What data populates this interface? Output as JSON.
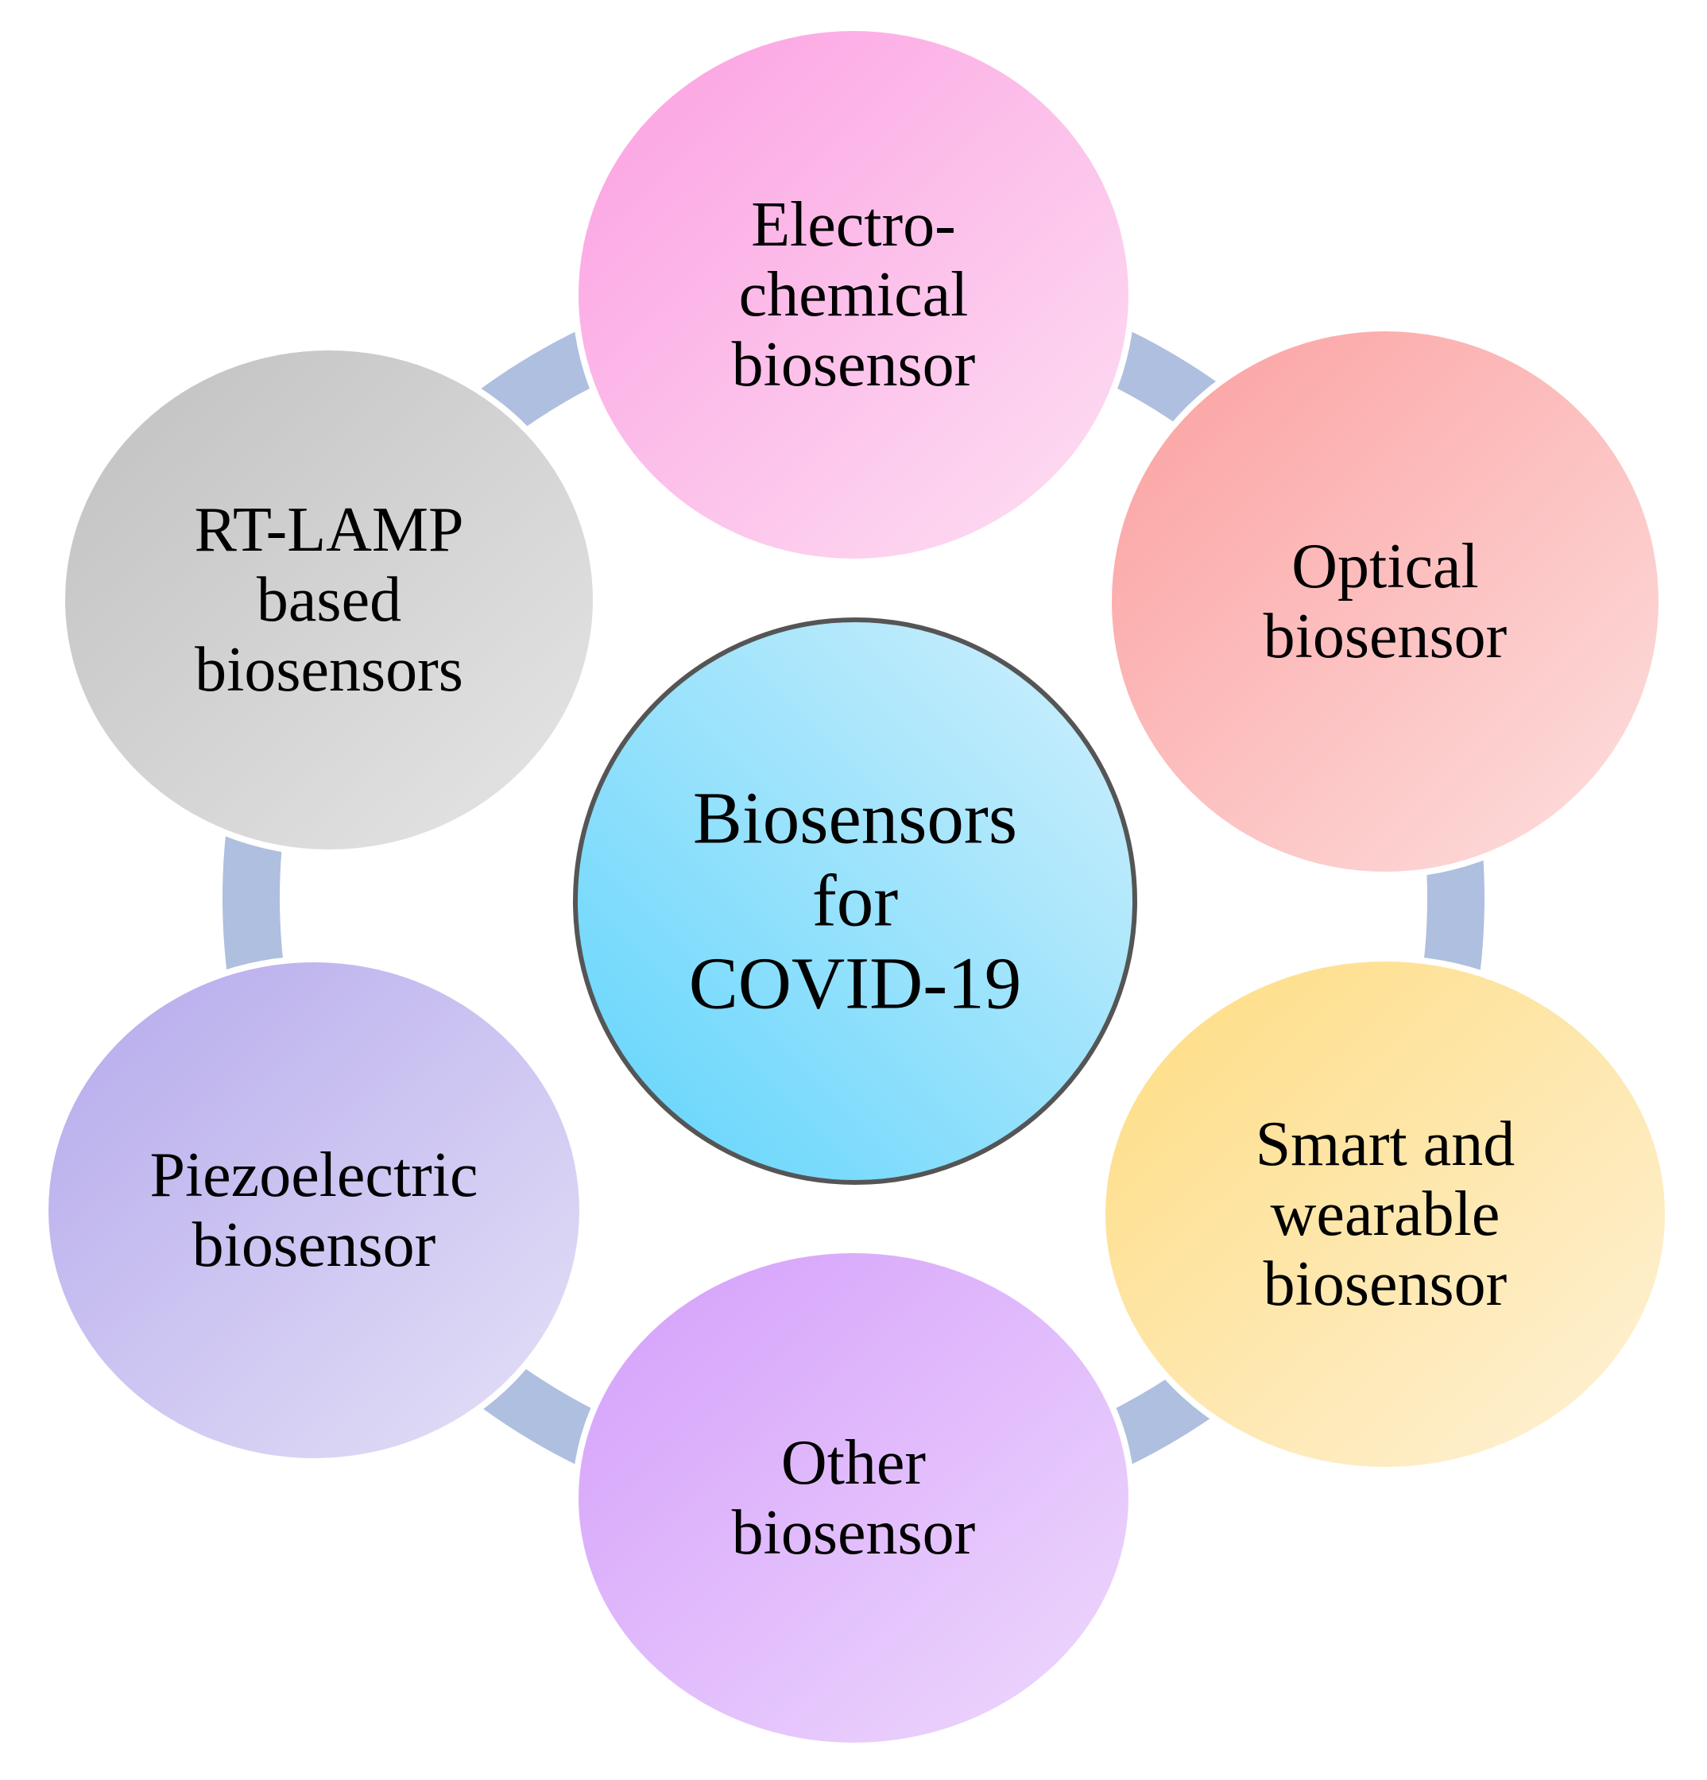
{
  "diagram": {
    "center": {
      "lines": [
        "Biosensors",
        "for",
        "COVID-19"
      ],
      "colors": [
        "#5fd4fb",
        "#d2f0fd"
      ]
    },
    "nodes": [
      {
        "id": "electrochemical",
        "lines": [
          "Electro-",
          "chemical",
          "biosensor"
        ],
        "colors": [
          "#fc9fe1",
          "#fde0f3"
        ]
      },
      {
        "id": "optical",
        "lines": [
          "Optical",
          "biosensor"
        ],
        "colors": [
          "#fb9f9f",
          "#fde0df"
        ]
      },
      {
        "id": "smart-wearable",
        "lines": [
          "Smart and",
          "wearable",
          "biosensor"
        ],
        "colors": [
          "#fedc81",
          "#fef2d8"
        ]
      },
      {
        "id": "other",
        "lines": [
          "Other",
          "biosensor"
        ],
        "colors": [
          "#d49efb",
          "#eed9fc"
        ]
      },
      {
        "id": "piezoelectric",
        "lines": [
          "Piezoelectric",
          "biosensor"
        ],
        "colors": [
          "#b5a9ec",
          "#e5e1f7"
        ]
      },
      {
        "id": "rt-lamp",
        "lines": [
          "RT-LAMP",
          "based",
          "biosensors"
        ],
        "colors": [
          "#c0c0c0",
          "#e6e6e6"
        ]
      }
    ],
    "ring_color": "#aebfdf"
  }
}
